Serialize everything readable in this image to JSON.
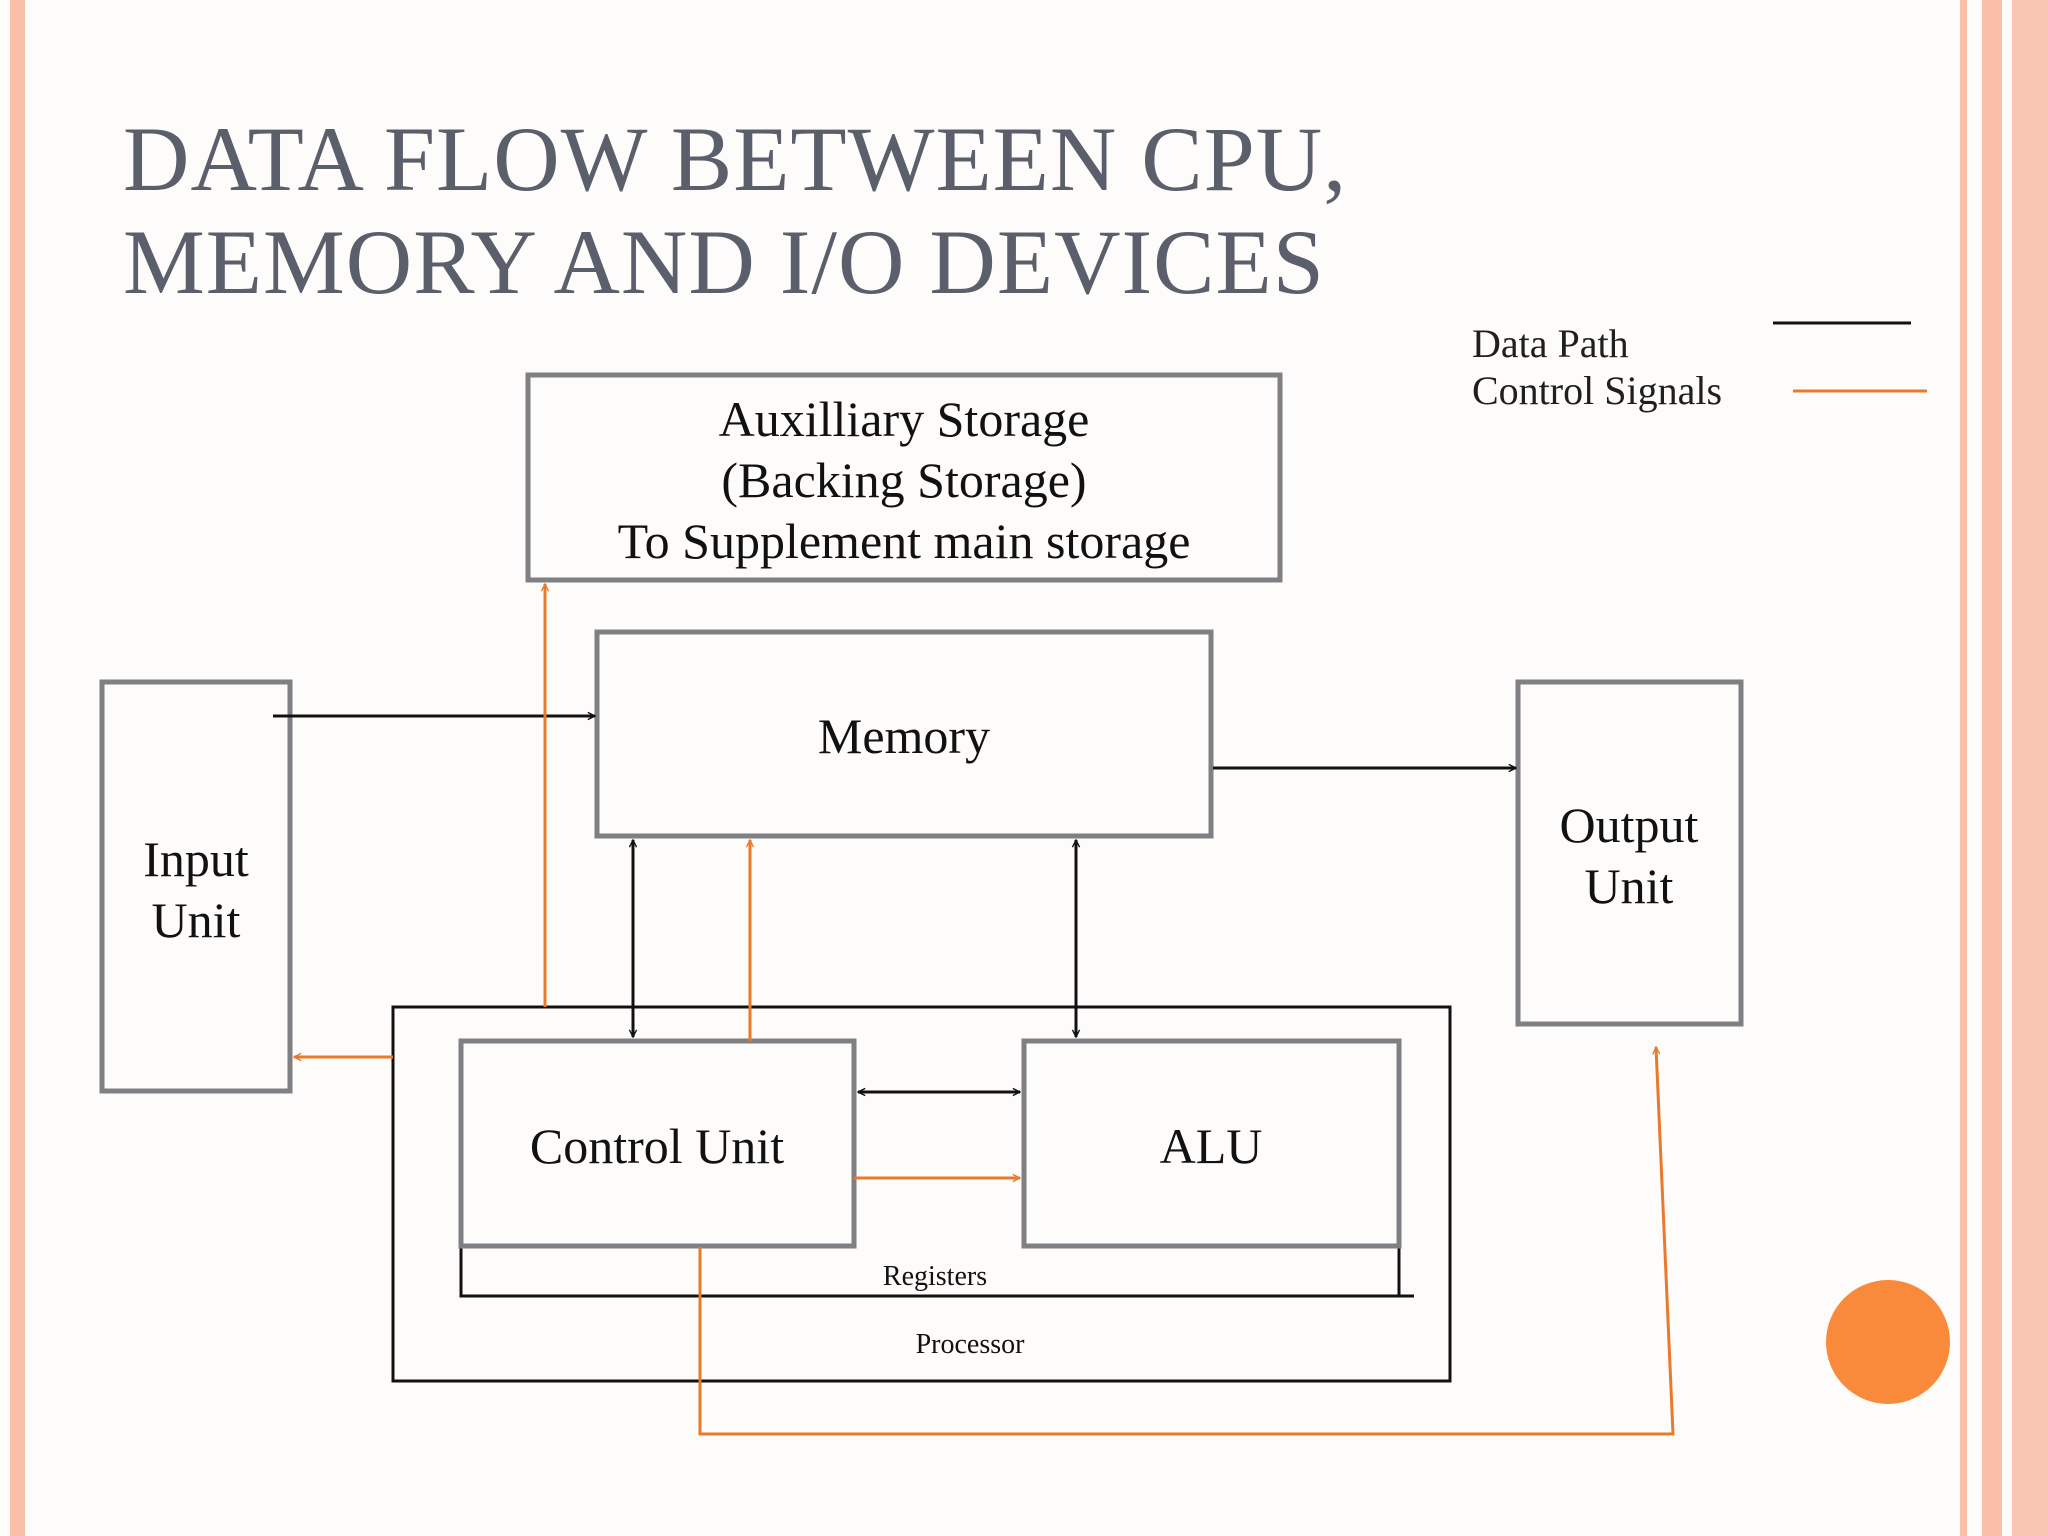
{
  "title": {
    "line1": "DATA FLOW BETWEEN CPU,",
    "line2": "MEMORY AND I/O DEVICES"
  },
  "legend": {
    "data_path": "Data Path",
    "control_signals": "Control Signals",
    "data_color": "#111111",
    "control_color": "#e87a2e"
  },
  "diagram": {
    "aux_storage": {
      "line1": "Auxilliary Storage",
      "line2": "(Backing Storage)",
      "line3": "To Supplement main storage"
    },
    "memory": "Memory",
    "input_unit": {
      "line1": "Input",
      "line2": "Unit"
    },
    "output_unit": {
      "line1": "Output",
      "line2": "Unit"
    },
    "control_unit": "Control Unit",
    "alu": "ALU",
    "registers": "Registers",
    "processor": "Processor"
  },
  "accent_color": "#f98a3c",
  "border_color": "#f9bfa9"
}
